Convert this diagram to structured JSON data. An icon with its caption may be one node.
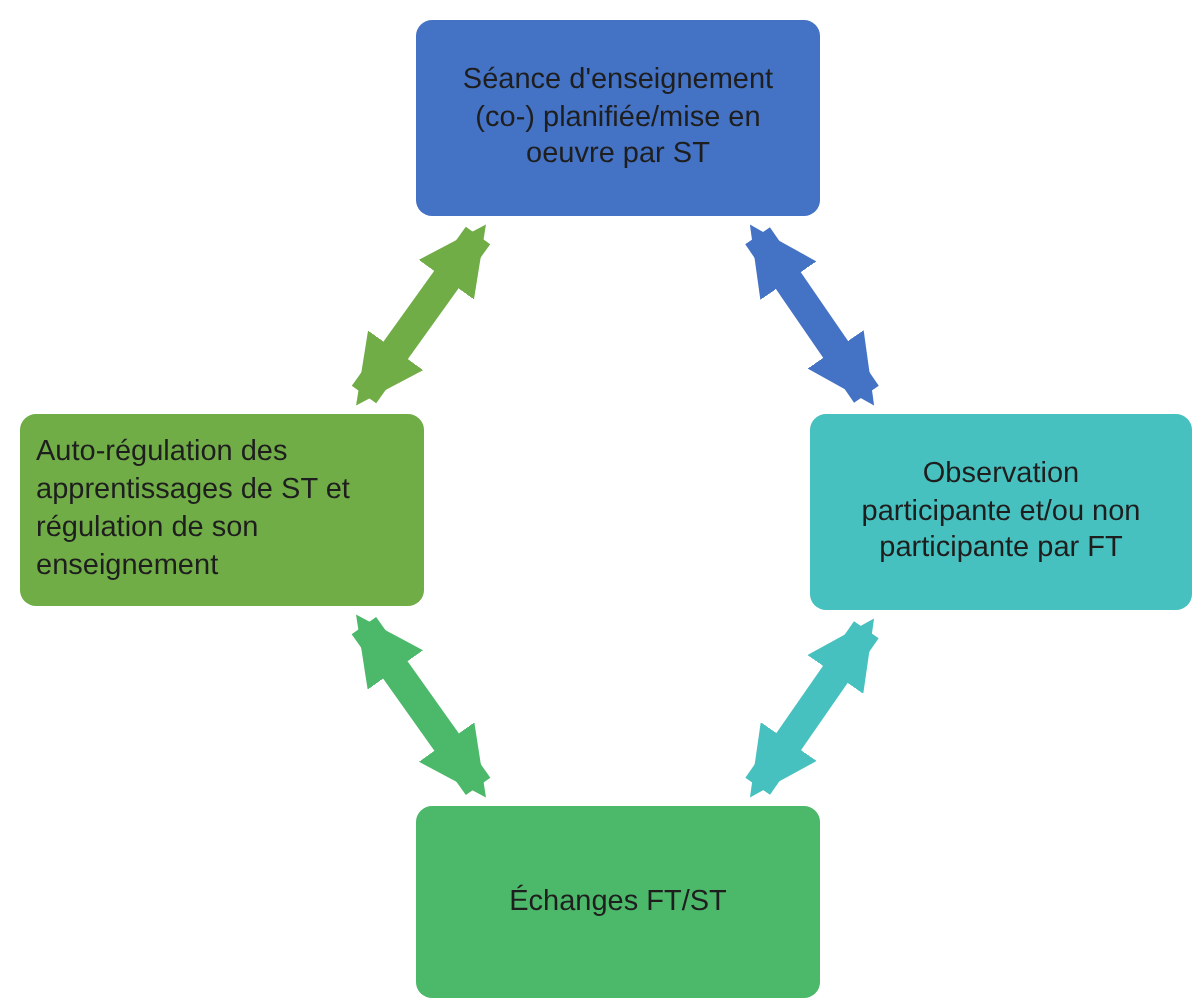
{
  "diagram": {
    "nodes": [
      {
        "text": [
          "Séance d'enseignement (co-) planifiée/mise en oeuvre par ST"
        ]
      },
      {
        "text": [
          "Auto-régulation des apprentissages de ST et régulation de son enseignement"
        ]
      },
      {
        "text": [
          "Observation participante et/ou non participante par FT"
        ]
      },
      {
        "text": [
          "Échanges FT/ST"
        ]
      }
    ],
    "edges": [
      {
        "from": 0,
        "to": 1,
        "arrow": "both",
        "color": "#70ad47"
      },
      {
        "from": 0,
        "to": 2,
        "arrow": "both",
        "color": "#4472c4"
      },
      {
        "from": 1,
        "to": 3,
        "arrow": "both",
        "color": "#4cb86a"
      },
      {
        "from": 2,
        "to": 3,
        "arrow": "both",
        "color": "#47c1bf"
      }
    ]
  }
}
